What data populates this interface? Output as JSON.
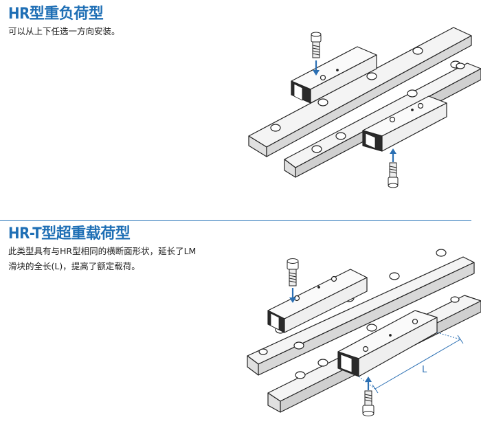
{
  "sections": [
    {
      "title": "HR型重负荷型",
      "description_lines": [
        "可以从上下任选一方向安装。"
      ]
    },
    {
      "title": "HR-T型超重载荷型",
      "description_lines": [
        "此类型具有与HR型相同的横断面形状，延长了LM",
        "滑块的全长(L)，提高了额定载荷。"
      ],
      "dimension_label": "L"
    }
  ],
  "colors": {
    "accent": "#1f6fb5",
    "text": "#222222",
    "arrow": "#2a6fb3"
  },
  "icons": [
    "bolt-icon",
    "arrow-icon",
    "lm-guide-illustration"
  ]
}
